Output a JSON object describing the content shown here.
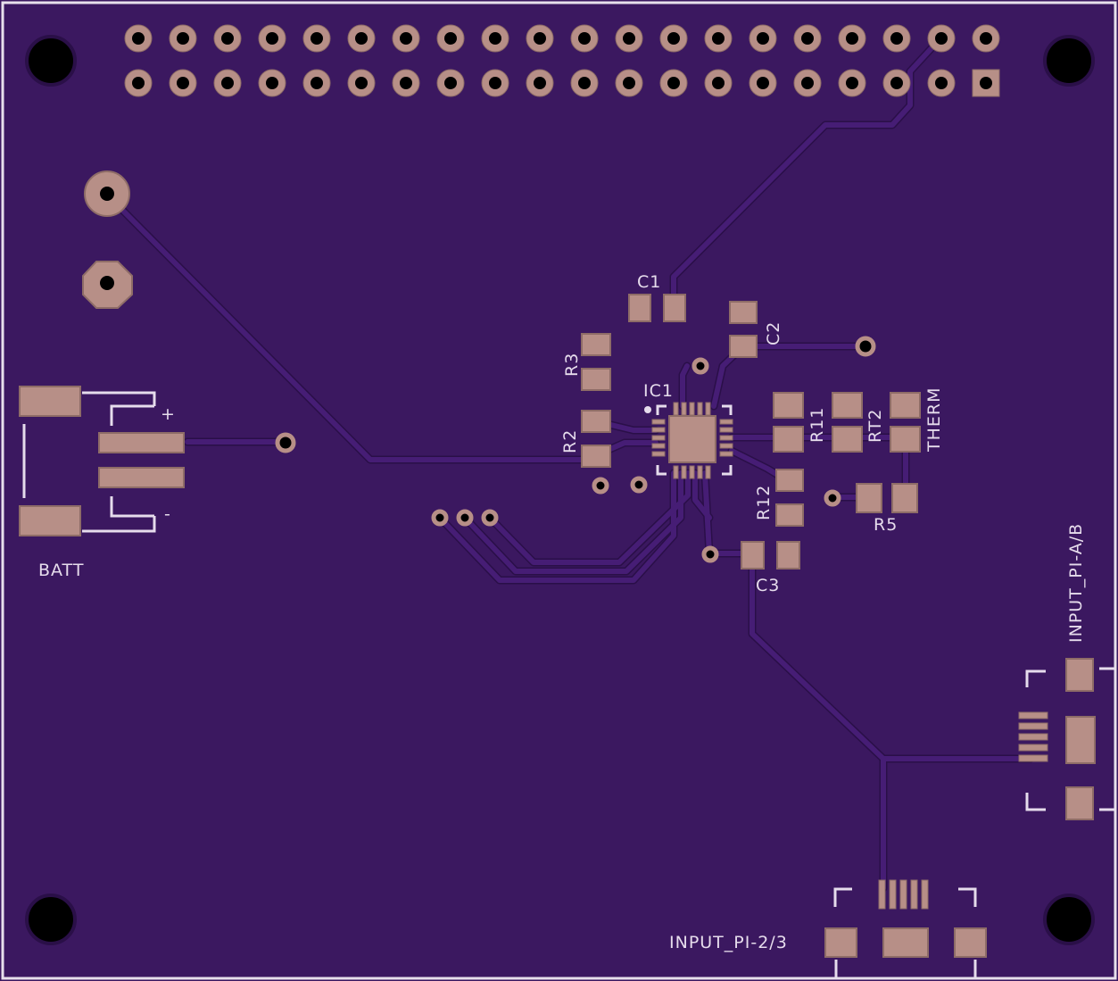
{
  "board": {
    "colors": {
      "board": "#3b1860",
      "trace": "#461d75",
      "trace_edge": "#2a0f48",
      "pad": "#b78f87",
      "pad_edge": "#8e6c67",
      "silk": "#e6dcec",
      "hole": "#000000",
      "edge": "#e7e0ec"
    },
    "labels": {
      "c1": "C1",
      "c2": "C2",
      "c3": "C3",
      "r2": "R2",
      "r3": "R3",
      "r5": "R5",
      "r11": "R11",
      "r12": "R12",
      "rt2": "RT2",
      "therm": "THERM",
      "ic1": "IC1",
      "batt": "BATT",
      "plus": "+",
      "minus": "-",
      "input_ab": "INPUT_PI-A/B",
      "input_23": "INPUT_PI-2/3"
    }
  }
}
